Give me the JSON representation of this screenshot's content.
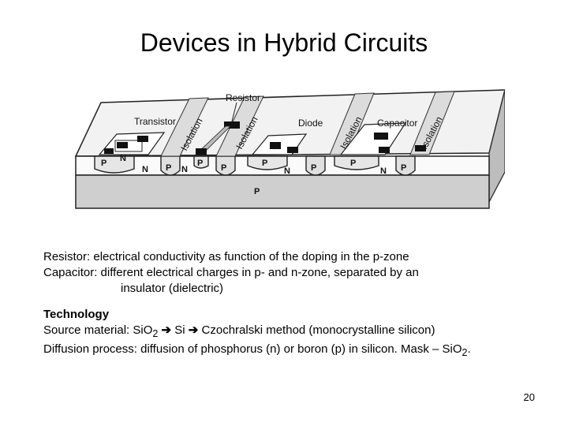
{
  "slide": {
    "title": "Devices in Hybrid Circuits",
    "page_number": "20"
  },
  "diagram": {
    "labels": {
      "resistor": "Resistor",
      "transistor": "Transistor",
      "diode": "Diode",
      "capacitor": "Capacitor",
      "isolation": "Isolation",
      "p": "P",
      "n": "N",
      "n_small": "N",
      "substrate": "P"
    }
  },
  "text": {
    "resistor_line": "Resistor: electrical conductivity as function of the doping in the p-zone",
    "capacitor_line": "Capacitor: different electrical charges in p- and n-zone, separated by an",
    "capacitor_cont": "insulator (dielectric)",
    "technology_heading": "Technology",
    "source_prefix": "Source material: SiO",
    "source_sub": "2",
    "source_si": "Si",
    "source_suffix": "Czochralski method (monocrystalline silicon)",
    "arrow": "➔",
    "diffusion_prefix": "Diffusion process: diffusion of phosphorus (n) or boron (p) in silicon. Mask – SiO",
    "diffusion_sub": "2",
    "diffusion_end": "."
  }
}
